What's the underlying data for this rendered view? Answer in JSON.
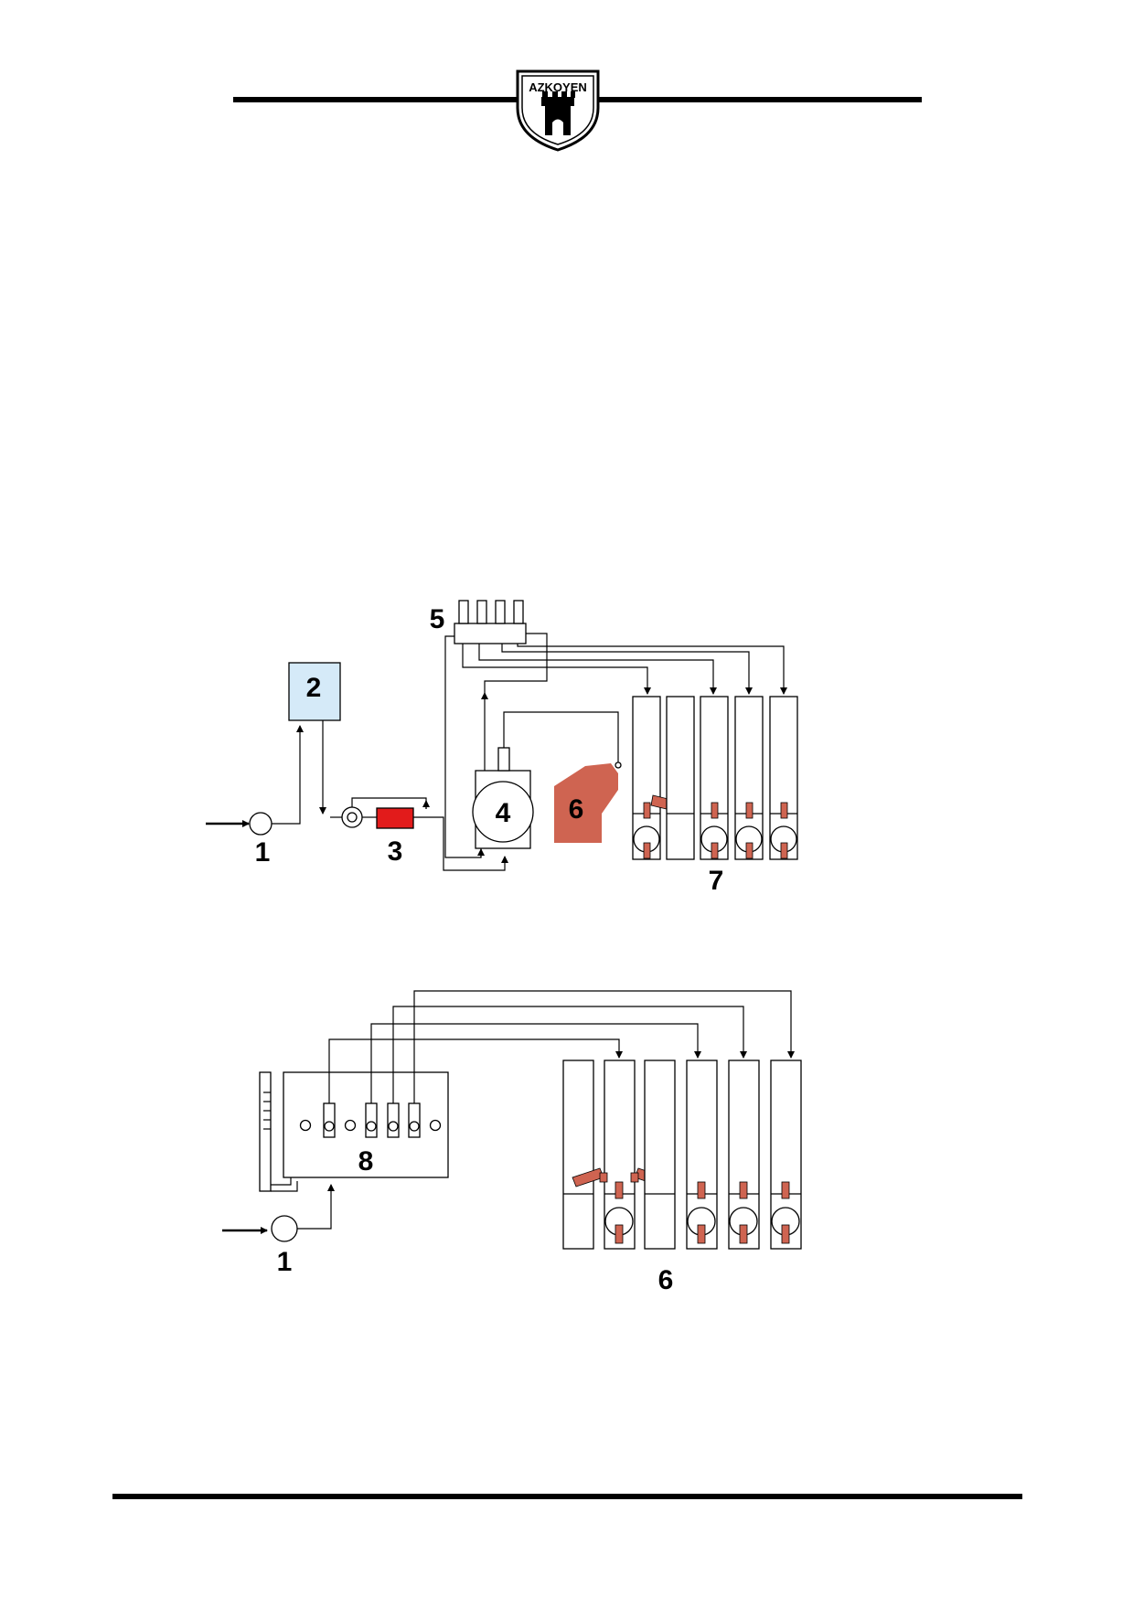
{
  "header": {
    "logo_text": "AZKOYEN",
    "logo_icon": "castle-icon"
  },
  "colors": {
    "rule": "#000000",
    "tank_fill": "#d5eaf8",
    "heater_fill": "#e21b1b",
    "boiler_fill": "#cf6451",
    "piston_fill": "#cf6451",
    "line": "#000000"
  },
  "diagram_top": {
    "labels": {
      "inlet": "1",
      "tank": "2",
      "heater": "3",
      "pump": "4",
      "valve_block": "5",
      "boiler": "6",
      "mixers": "7"
    }
  },
  "diagram_bottom": {
    "labels": {
      "inlet": "1",
      "valve_panel": "8",
      "mixers": "6"
    }
  }
}
